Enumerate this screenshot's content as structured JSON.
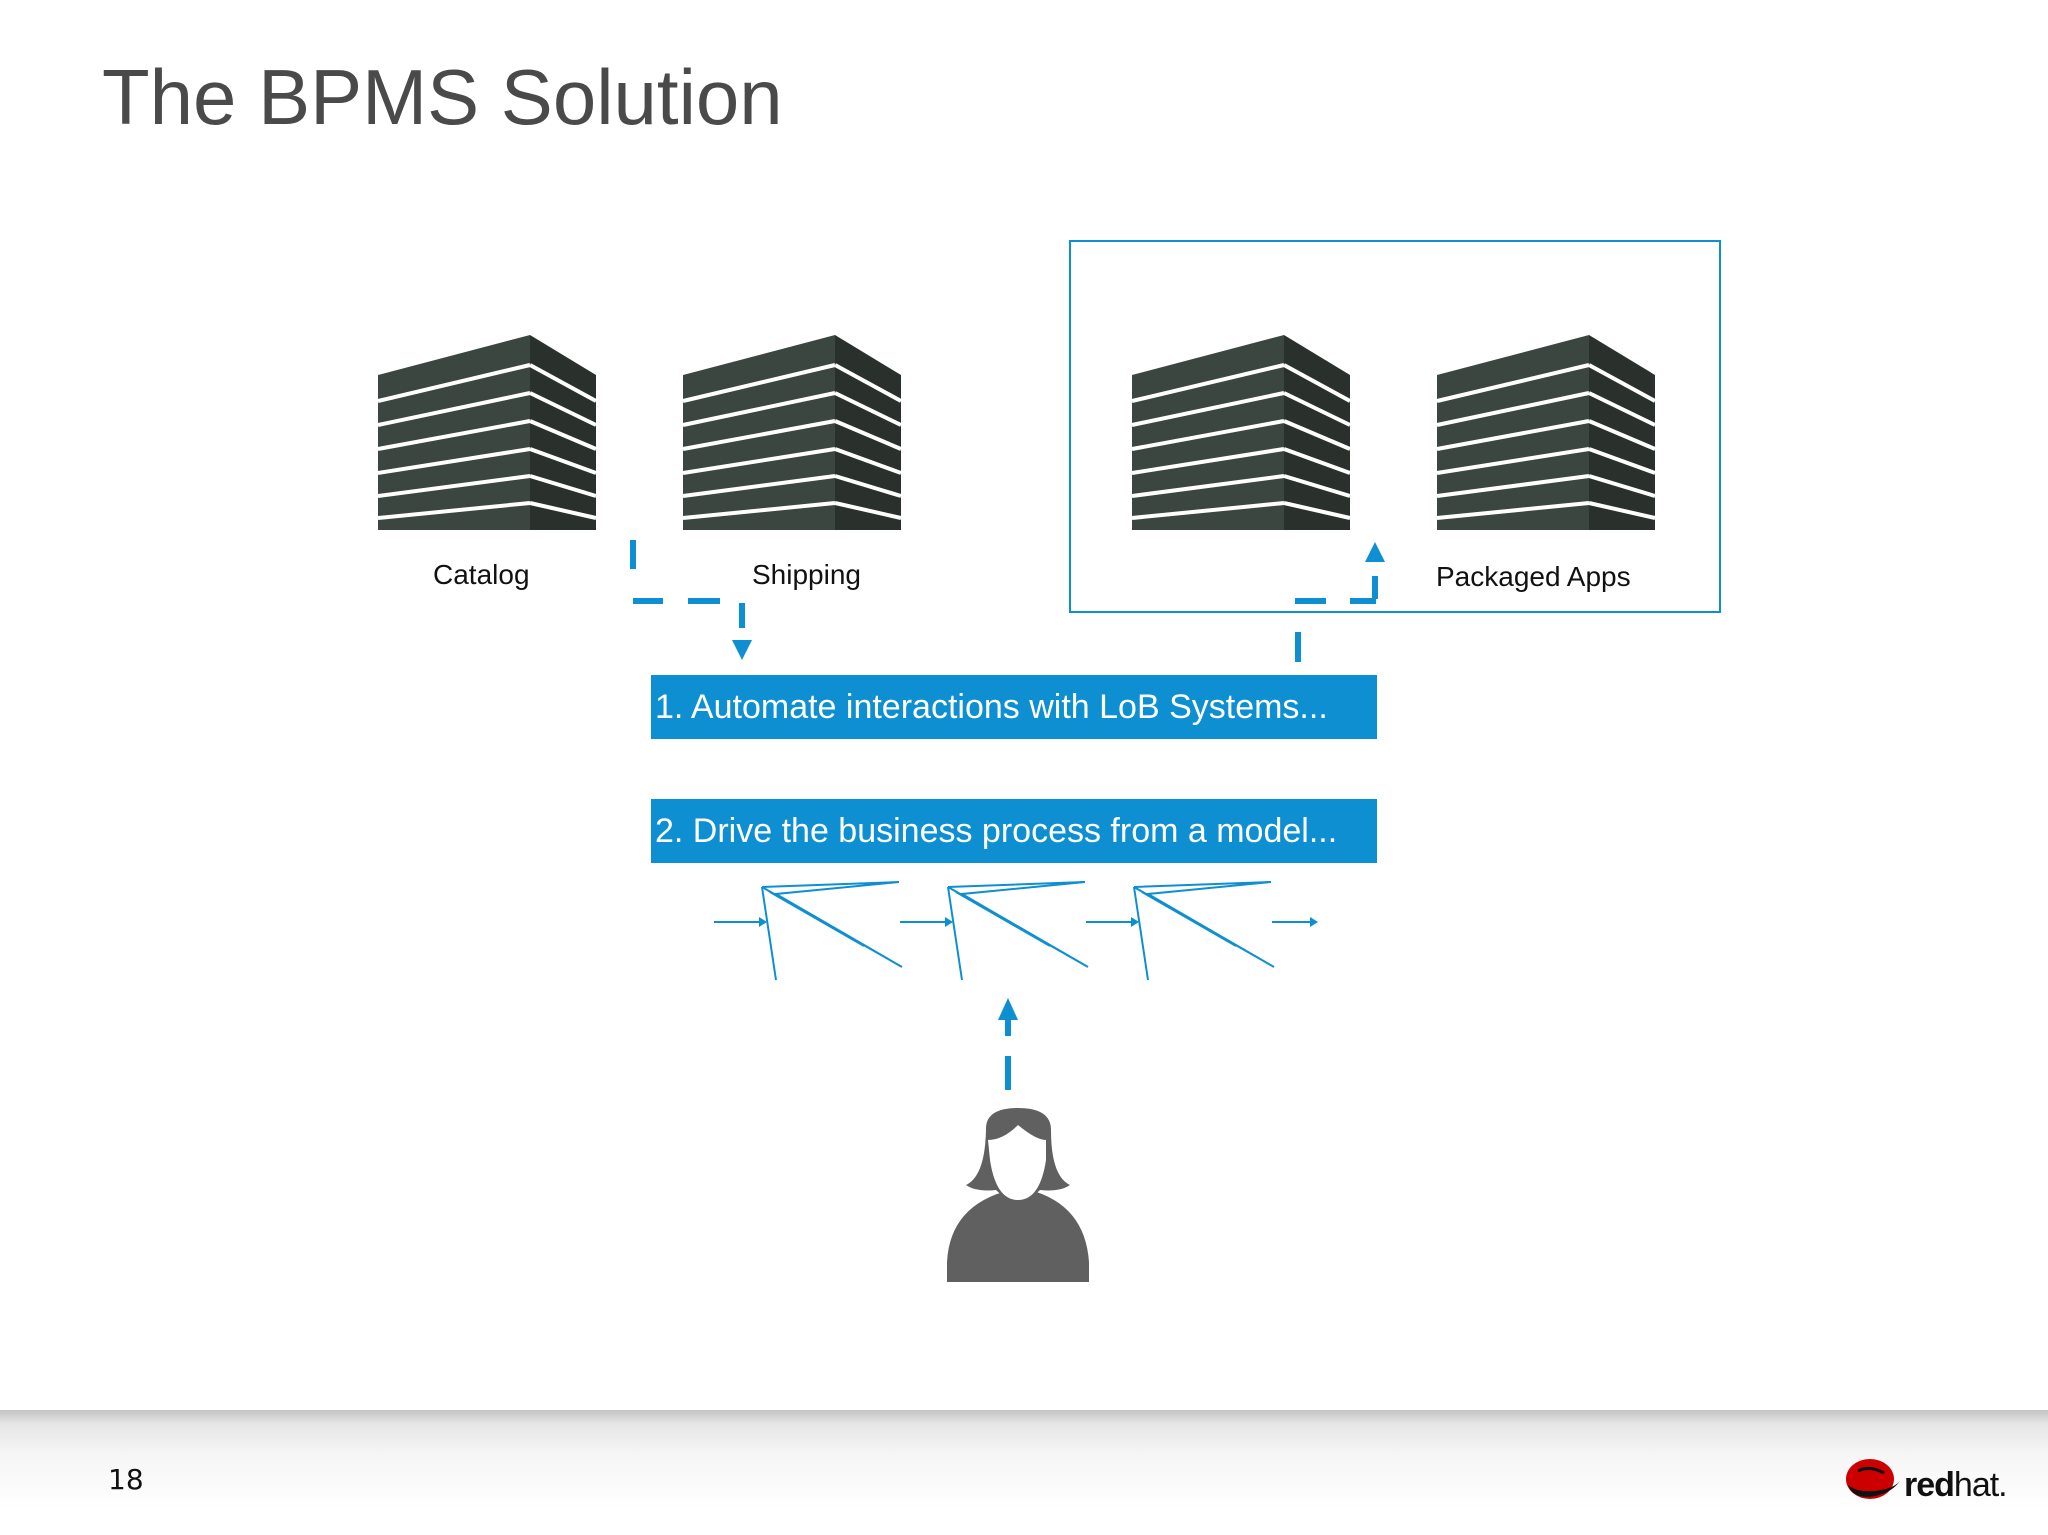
{
  "slide": {
    "title": "The BPMS Solution",
    "page_number": "18"
  },
  "systems": [
    {
      "label": "Catalog"
    },
    {
      "label": "Shipping"
    },
    {
      "label": "Packaged Apps"
    }
  ],
  "steps": [
    {
      "text": "1. Automate interactions with LoB Systems..."
    },
    {
      "text": "2. Drive the business process from a model..."
    }
  ],
  "logo": {
    "brand_bold": "red",
    "brand_thin": "hat."
  },
  "colors": {
    "accent_blue": "#0e8fd2",
    "server_dark": "#3c4641",
    "person_gray": "#606060",
    "title_gray": "#4a4a4a",
    "brand_red": "#cc0000"
  },
  "icons": [
    "server-icon",
    "person-icon",
    "process-model-icon",
    "redhat-logo-icon"
  ]
}
